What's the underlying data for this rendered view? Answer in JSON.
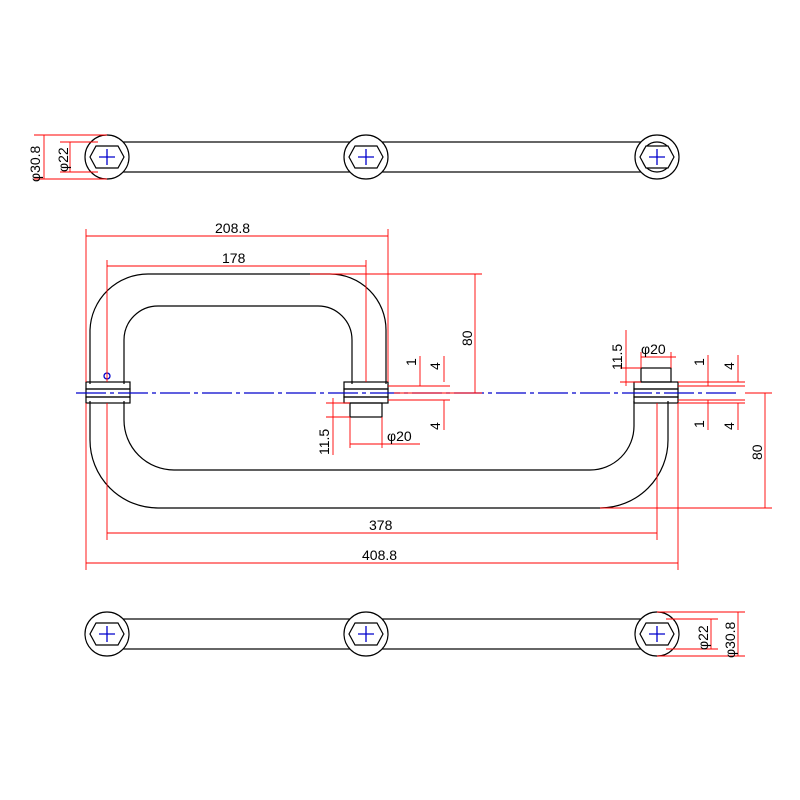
{
  "colors": {
    "object_line": "#000000",
    "dimension_line": "#ff0000",
    "center_line": "#0000cc",
    "background": "#ffffff"
  },
  "top_view": {
    "dia_outer": "φ30.8",
    "dia_inner": "φ22"
  },
  "front_view": {
    "dim_208_8": "208.8",
    "dim_178": "178",
    "dim_80_upper": "80",
    "dim_1_left": "1",
    "dim_4_left_top": "4",
    "dim_4_left_bottom": "4",
    "dim_11_5_left": "11.5",
    "dim_phi20_left": "φ20",
    "dim_11_5_right": "11.5",
    "dim_phi20_right": "φ20",
    "dim_1_right_top": "1",
    "dim_4_right_top": "4",
    "dim_1_right_bottom": "1",
    "dim_4_right_bottom": "4",
    "dim_80_lower": "80",
    "dim_378": "378",
    "dim_408_8": "408.8"
  },
  "bottom_view": {
    "dia_inner": "φ22",
    "dia_outer": "φ30.8"
  }
}
